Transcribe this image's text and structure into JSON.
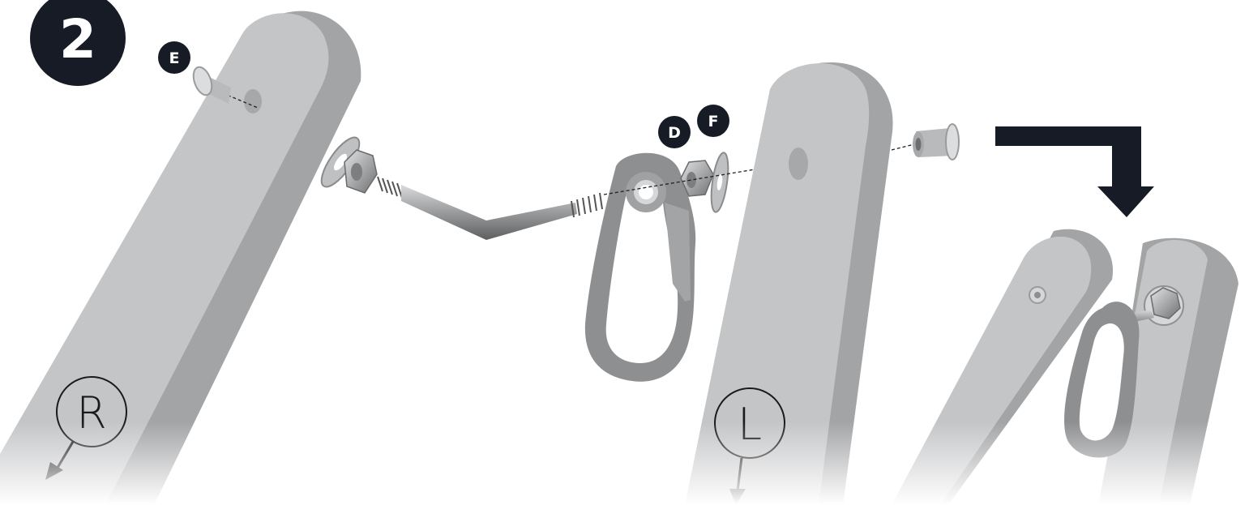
{
  "step": {
    "number": "2"
  },
  "parts": {
    "E": "E",
    "D": "D",
    "F": "F"
  },
  "legs": {
    "right": "R",
    "left": "L"
  },
  "colors": {
    "badge": "#161b26",
    "leg_face": "#c4c5c7",
    "leg_side": "#a3a4a6",
    "metal": "#8e8f91",
    "metal_light": "#d7d8da",
    "arrow": "#161b26"
  }
}
